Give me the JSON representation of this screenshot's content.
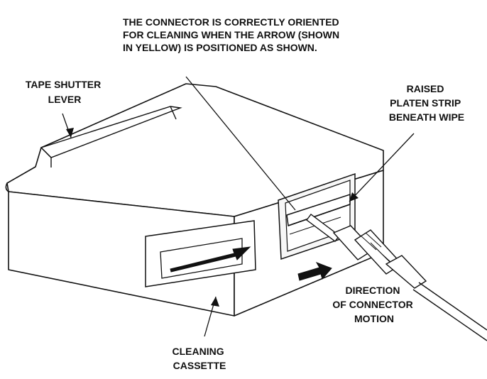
{
  "labels": {
    "orientation_note": [
      "THE CONNECTOR IS CORRECTLY ORIENTED",
      "FOR CLEANING WHEN THE ARROW (SHOWN",
      "IN YELLOW) IS POSITIONED AS SHOWN."
    ],
    "tape_shutter": [
      "TAPE SHUTTER",
      "LEVER"
    ],
    "platen_strip": [
      "RAISED",
      "PLATEN STRIP",
      "BENEATH WIPE"
    ],
    "direction": [
      "DIRECTION",
      "OF CONNECTOR",
      "MOTION"
    ],
    "cassette": [
      "CLEANING",
      "CASSETTE"
    ]
  },
  "colors": {
    "ink": "#111111",
    "fill": "#ffffff",
    "light_fill": "#f4f4f4"
  }
}
